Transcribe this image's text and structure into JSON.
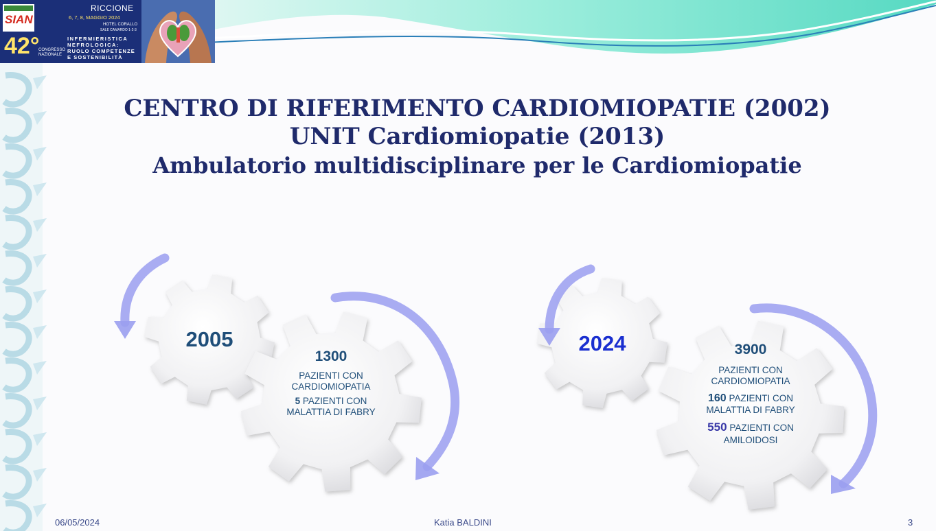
{
  "banner": {
    "logo_text": "SIAN",
    "edition": "42°",
    "edition_caption": "CONGRESSO NAZIONALE",
    "city": "RICCIONE",
    "dates": "6, 7, 8, MAGGIO 2024",
    "venue": "HOTEL CORALLO",
    "venue_sub": "SALE CAMARDO 1-2-3",
    "theme_lines": [
      "INFERMIERISTICA",
      "NEFROLOGICA:",
      "RUOLO COMPETENZE",
      "E SOSTENIBILITÀ"
    ]
  },
  "titles": {
    "line1": "CENTRO DI RIFERIMENTO CARDIOMIOPATIE (2002)",
    "line2": "UNIT Cardiomiopatie (2013)",
    "line3": "Ambulatorio multidisciplinare per le Cardiomiopatie"
  },
  "left_group": {
    "year": "2005",
    "count": "1300",
    "count_label": "PAZIENTI CON CARDIOMIOPATIA",
    "fabry_count": "5",
    "fabry_label": "PAZIENTI CON MALATTIA DI FABRY"
  },
  "right_group": {
    "year": "2024",
    "count": "3900",
    "count_label": "PAZIENTI CON CARDIOMIOPATIA",
    "fabry_count": "160",
    "fabry_label": "PAZIENTI CON MALATTIA DI FABRY",
    "amyloid_count": "550",
    "amyloid_label": "PAZIENTI CON AMILOIDOSI"
  },
  "footer": {
    "date": "06/05/2024",
    "author": "Katia BALDINI",
    "page": "3"
  },
  "colors": {
    "title": "#1f2a6b",
    "gear_text": "#1f4e79",
    "year_right": "#1a2fd0",
    "amyloid_count": "#3a3aa8",
    "arrow": "#9a9ef0",
    "wave": "#7ee6d2"
  },
  "icons": {
    "banner_image": "hands-heart-kidney-icon",
    "left_strip": "decorative-swirl-icon"
  }
}
